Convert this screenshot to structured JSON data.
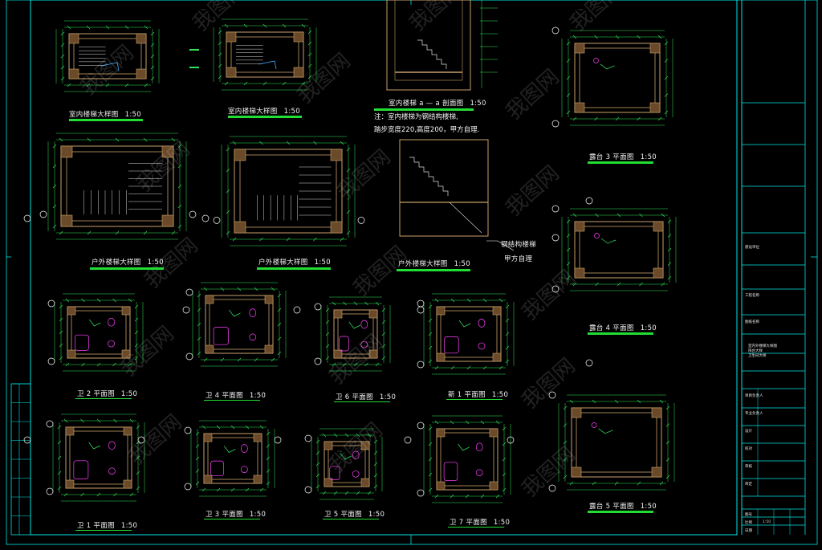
{
  "drawing": {
    "labels": {
      "indoor_stair_1": {
        "text": "室内楼梯大样图",
        "scale": "1:50"
      },
      "indoor_stair_2": {
        "text": "室内楼梯大样图",
        "scale": "1:50"
      },
      "indoor_stair_section": {
        "text": "室内楼梯 a — a 剖面图",
        "scale": "1:50"
      },
      "outdoor_stair_1": {
        "text": "户外楼梯大样图",
        "scale": "1:50"
      },
      "outdoor_stair_2": {
        "text": "户外楼梯大样图",
        "scale": "1:50"
      },
      "outdoor_stair_3": {
        "text": "户外楼梯大样图",
        "scale": "1:50"
      },
      "terrace_3": {
        "text": "露台 3 平面图",
        "scale": "1:50"
      },
      "terrace_4": {
        "text": "露台 4 平面图",
        "scale": "1:50"
      },
      "terrace_5": {
        "text": "露台 5 平面图",
        "scale": "1:50"
      },
      "wc_2": {
        "text": "卫 2 平面图",
        "scale": "1:50"
      },
      "wc_4": {
        "text": "卫 4 平面图",
        "scale": "1:50"
      },
      "wc_6": {
        "text": "卫 6 平面图",
        "scale": "1:50"
      },
      "wc_new1": {
        "text": "新 1 平面图",
        "scale": "1:50"
      },
      "wc_1": {
        "text": "卫 1 平面图",
        "scale": "1:50"
      },
      "wc_3": {
        "text": "卫 3 平面图",
        "scale": "1:50"
      },
      "wc_5": {
        "text": "卫 5 平面图",
        "scale": "1:50"
      },
      "wc_7": {
        "text": "卫 7 平面图",
        "scale": "1:50"
      }
    },
    "notes": {
      "line1": "注：室内楼梯为钢结构楼梯,",
      "line2": "踏步宽度220,高度200，甲方自理."
    },
    "callouts": {
      "steel_stair": "钢结构楼梯",
      "owner_self": "甲方自理"
    },
    "watermark": "我图网"
  },
  "title_block": {
    "rows": [
      "建设单位",
      "工程名称",
      "图纸名称",
      "室内外楼梯大样图",
      "阳台大样",
      "卫生间大样",
      "项目负责人",
      "专业负责人",
      "设计",
      "校对",
      "审核",
      "审定",
      "图号",
      "比例",
      "日期"
    ],
    "scale_value": "1:50"
  },
  "colors": {
    "background": "#000000",
    "border": "#00e5e5",
    "wall": "#c8a06a",
    "dimension": "#2fe65a",
    "fixture": "#ff40ff",
    "text": "#ffffff",
    "underline": "#22dd33",
    "grid_bubble": "#ffffff"
  }
}
